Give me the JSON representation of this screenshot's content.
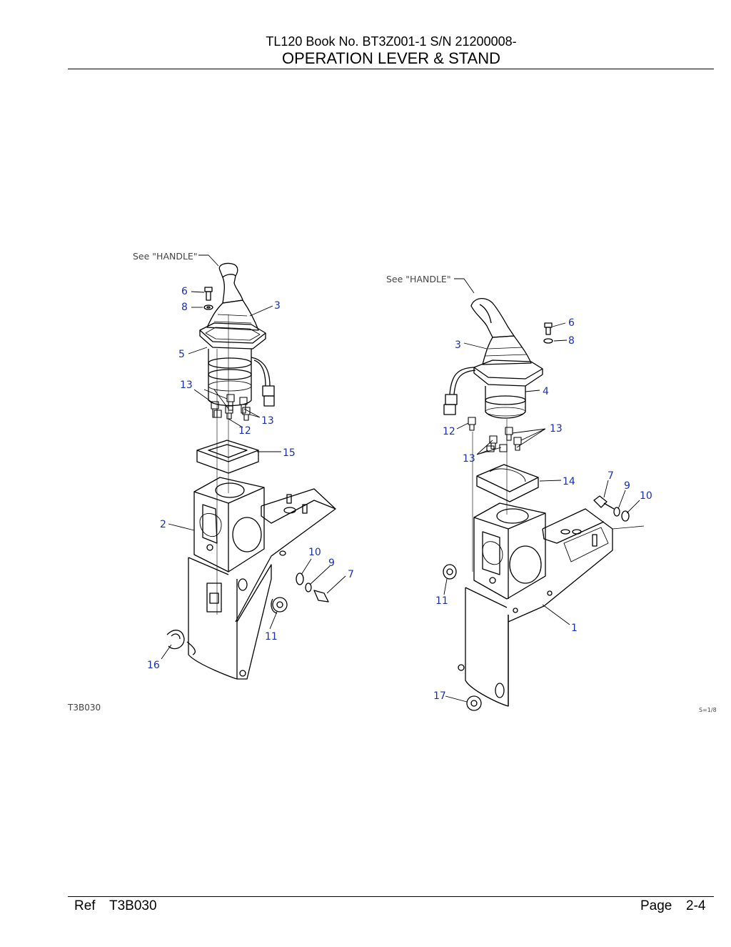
{
  "header": {
    "line1": "TL120  Book No. BT3Z001-1 S/N 21200008-",
    "title": "OPERATION LEVER & STAND"
  },
  "figure": {
    "see_handle": "See \"HANDLE\"",
    "figure_code": "T3B030",
    "scale": "S=1/8",
    "callouts_left": [
      "6",
      "8",
      "3",
      "5",
      "13",
      "13",
      "12",
      "15",
      "2",
      "10",
      "9",
      "7",
      "11",
      "16"
    ],
    "callouts_right": [
      "6",
      "8",
      "3",
      "4",
      "12",
      "13",
      "13",
      "14",
      "7",
      "9",
      "10",
      "11",
      "1",
      "17"
    ]
  },
  "footer": {
    "ref_label": "Ref",
    "ref_code": "T3B030",
    "page_label": "Page",
    "page_number": "2-4"
  },
  "colors": {
    "callout": "#1a2fb0",
    "line": "#000000"
  }
}
